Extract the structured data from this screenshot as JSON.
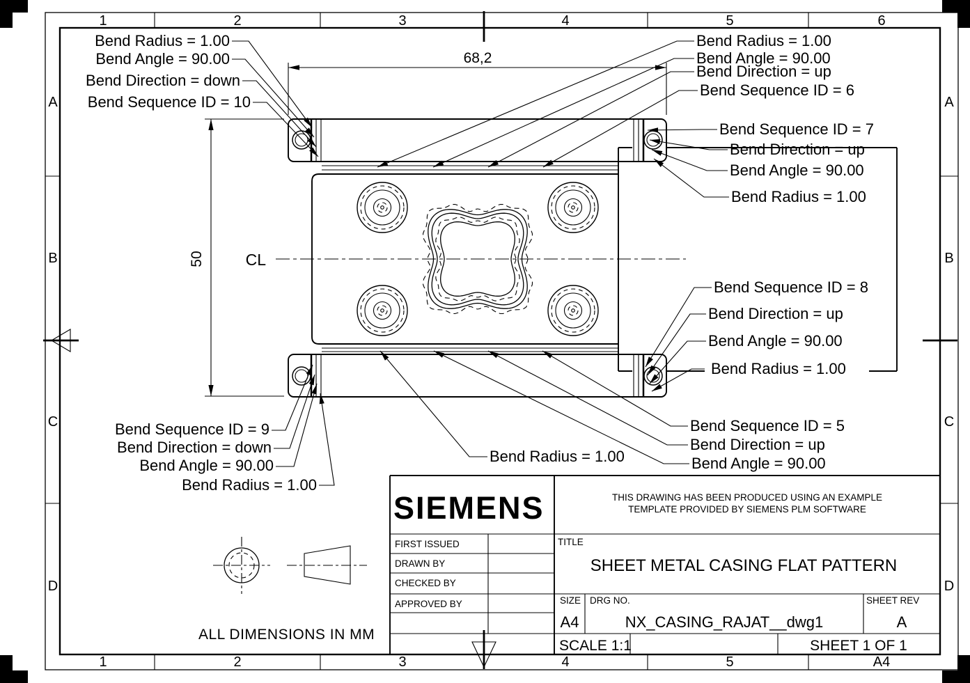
{
  "frame": {
    "columns": [
      "1",
      "2",
      "3",
      "4",
      "5",
      "6"
    ],
    "columns_bottom": [
      "1",
      "2",
      "3",
      "4",
      "5",
      "A4"
    ],
    "rows": [
      "A",
      "B",
      "C",
      "D"
    ]
  },
  "dimensions": {
    "width": "68,2",
    "height": "50",
    "centerline_label": "CL"
  },
  "callouts": {
    "top_left": [
      "Bend Radius = 1.00",
      "Bend Angle = 90.00",
      "Bend Direction = down",
      "Bend Sequence ID = 10"
    ],
    "top_right": [
      "Bend Radius = 1.00",
      "Bend Angle = 90.00",
      "Bend Direction = up",
      "Bend Sequence ID = 6"
    ],
    "right_upper": [
      "Bend Sequence ID = 7",
      "Bend Direction = up",
      "Bend Angle = 90.00",
      "Bend Radius = 1.00"
    ],
    "right_mid": [
      "Bend Sequence ID = 8",
      "Bend Direction = up",
      "Bend Angle = 90.00",
      "Bend Radius = 1.00"
    ],
    "right_lower": [
      "Bend Sequence ID = 5",
      "Bend Direction = up",
      "Bend Angle = 90.00"
    ],
    "bottom_center": "Bend Radius = 1.00",
    "bottom_left": [
      "Bend Sequence ID = 9",
      "Bend Direction = down",
      "Bend Angle = 90.00",
      "Bend Radius = 1.00"
    ]
  },
  "note": "ALL DIMENSIONS IN MM",
  "title_block": {
    "logo": "SIEMENS",
    "disclaimer": [
      "THIS DRAWING HAS BEEN PRODUCED USING AN EXAMPLE",
      "TEMPLATE PROVIDED BY SIEMENS PLM SOFTWARE"
    ],
    "approval_rows": [
      "FIRST ISSUED",
      "DRAWN BY",
      "CHECKED BY",
      "APPROVED BY"
    ],
    "title_label": "TITLE",
    "title": "SHEET METAL CASING FLAT PATTERN",
    "size_label": "SIZE",
    "size": "A4",
    "drg_label": "DRG NO.",
    "drg_no": "NX_CASING_RAJAT__dwg1",
    "rev_label": "SHEET REV",
    "rev": "A",
    "scale": "SCALE 1:1",
    "sheet": "SHEET 1 OF 1"
  }
}
